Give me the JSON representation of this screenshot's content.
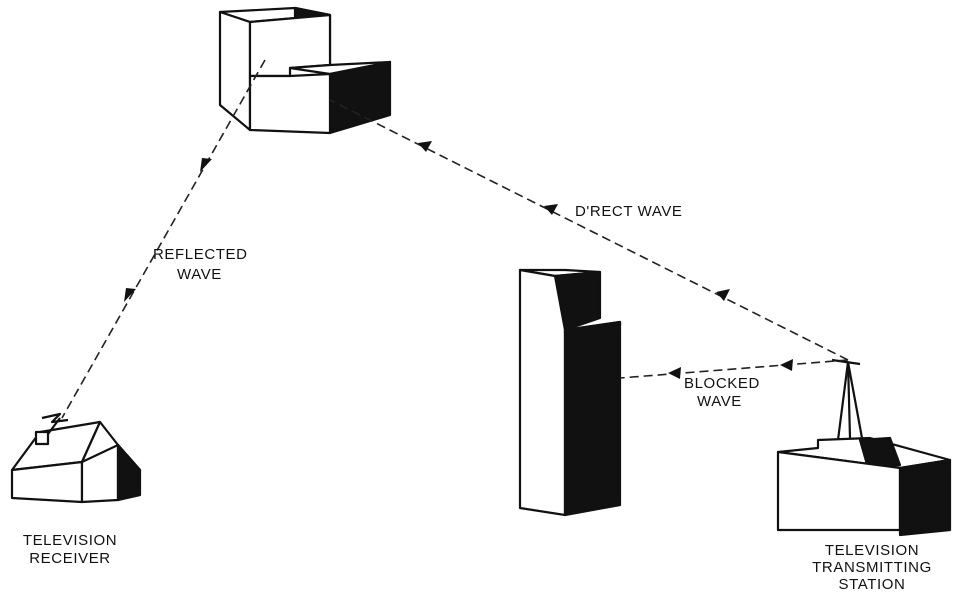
{
  "labels": {
    "direct_wave": "D'RECT WAVE",
    "reflected_wave_1": "REFLECTED",
    "reflected_wave_2": "WAVE",
    "blocked_wave_1": "BLOCKED",
    "blocked_wave_2": "WAVE",
    "receiver_1": "TELEVISION",
    "receiver_2": "RECEIVER",
    "station_1": "TELEVISION",
    "station_2": "TRANSMITTING",
    "station_3": "STATION"
  }
}
